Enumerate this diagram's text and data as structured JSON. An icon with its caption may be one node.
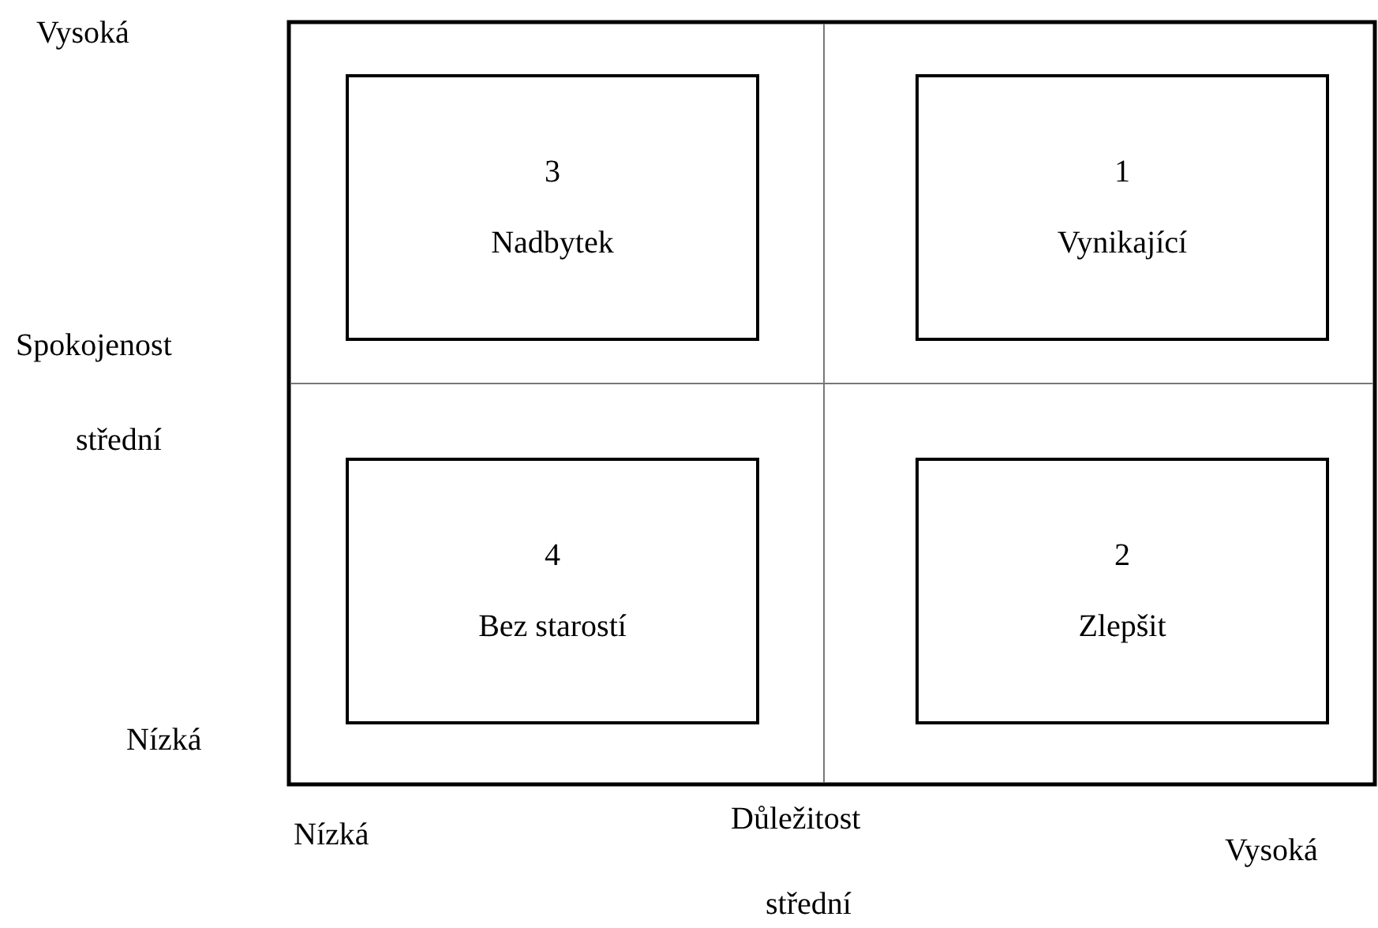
{
  "diagram": {
    "nodes": [
      {
        "text": [
          "3",
          "Nadbytek"
        ]
      },
      {
        "text": [
          "1",
          "Vynikající"
        ]
      },
      {
        "text": [
          "4",
          "Bez starostí"
        ]
      },
      {
        "text": [
          "2",
          "Zlepšit"
        ]
      }
    ],
    "labels": [
      "Vysoká",
      "Spokojenost",
      "střední",
      "Nízká",
      "Nízká",
      "Důležitost",
      "Vysoká",
      "střední"
    ]
  }
}
